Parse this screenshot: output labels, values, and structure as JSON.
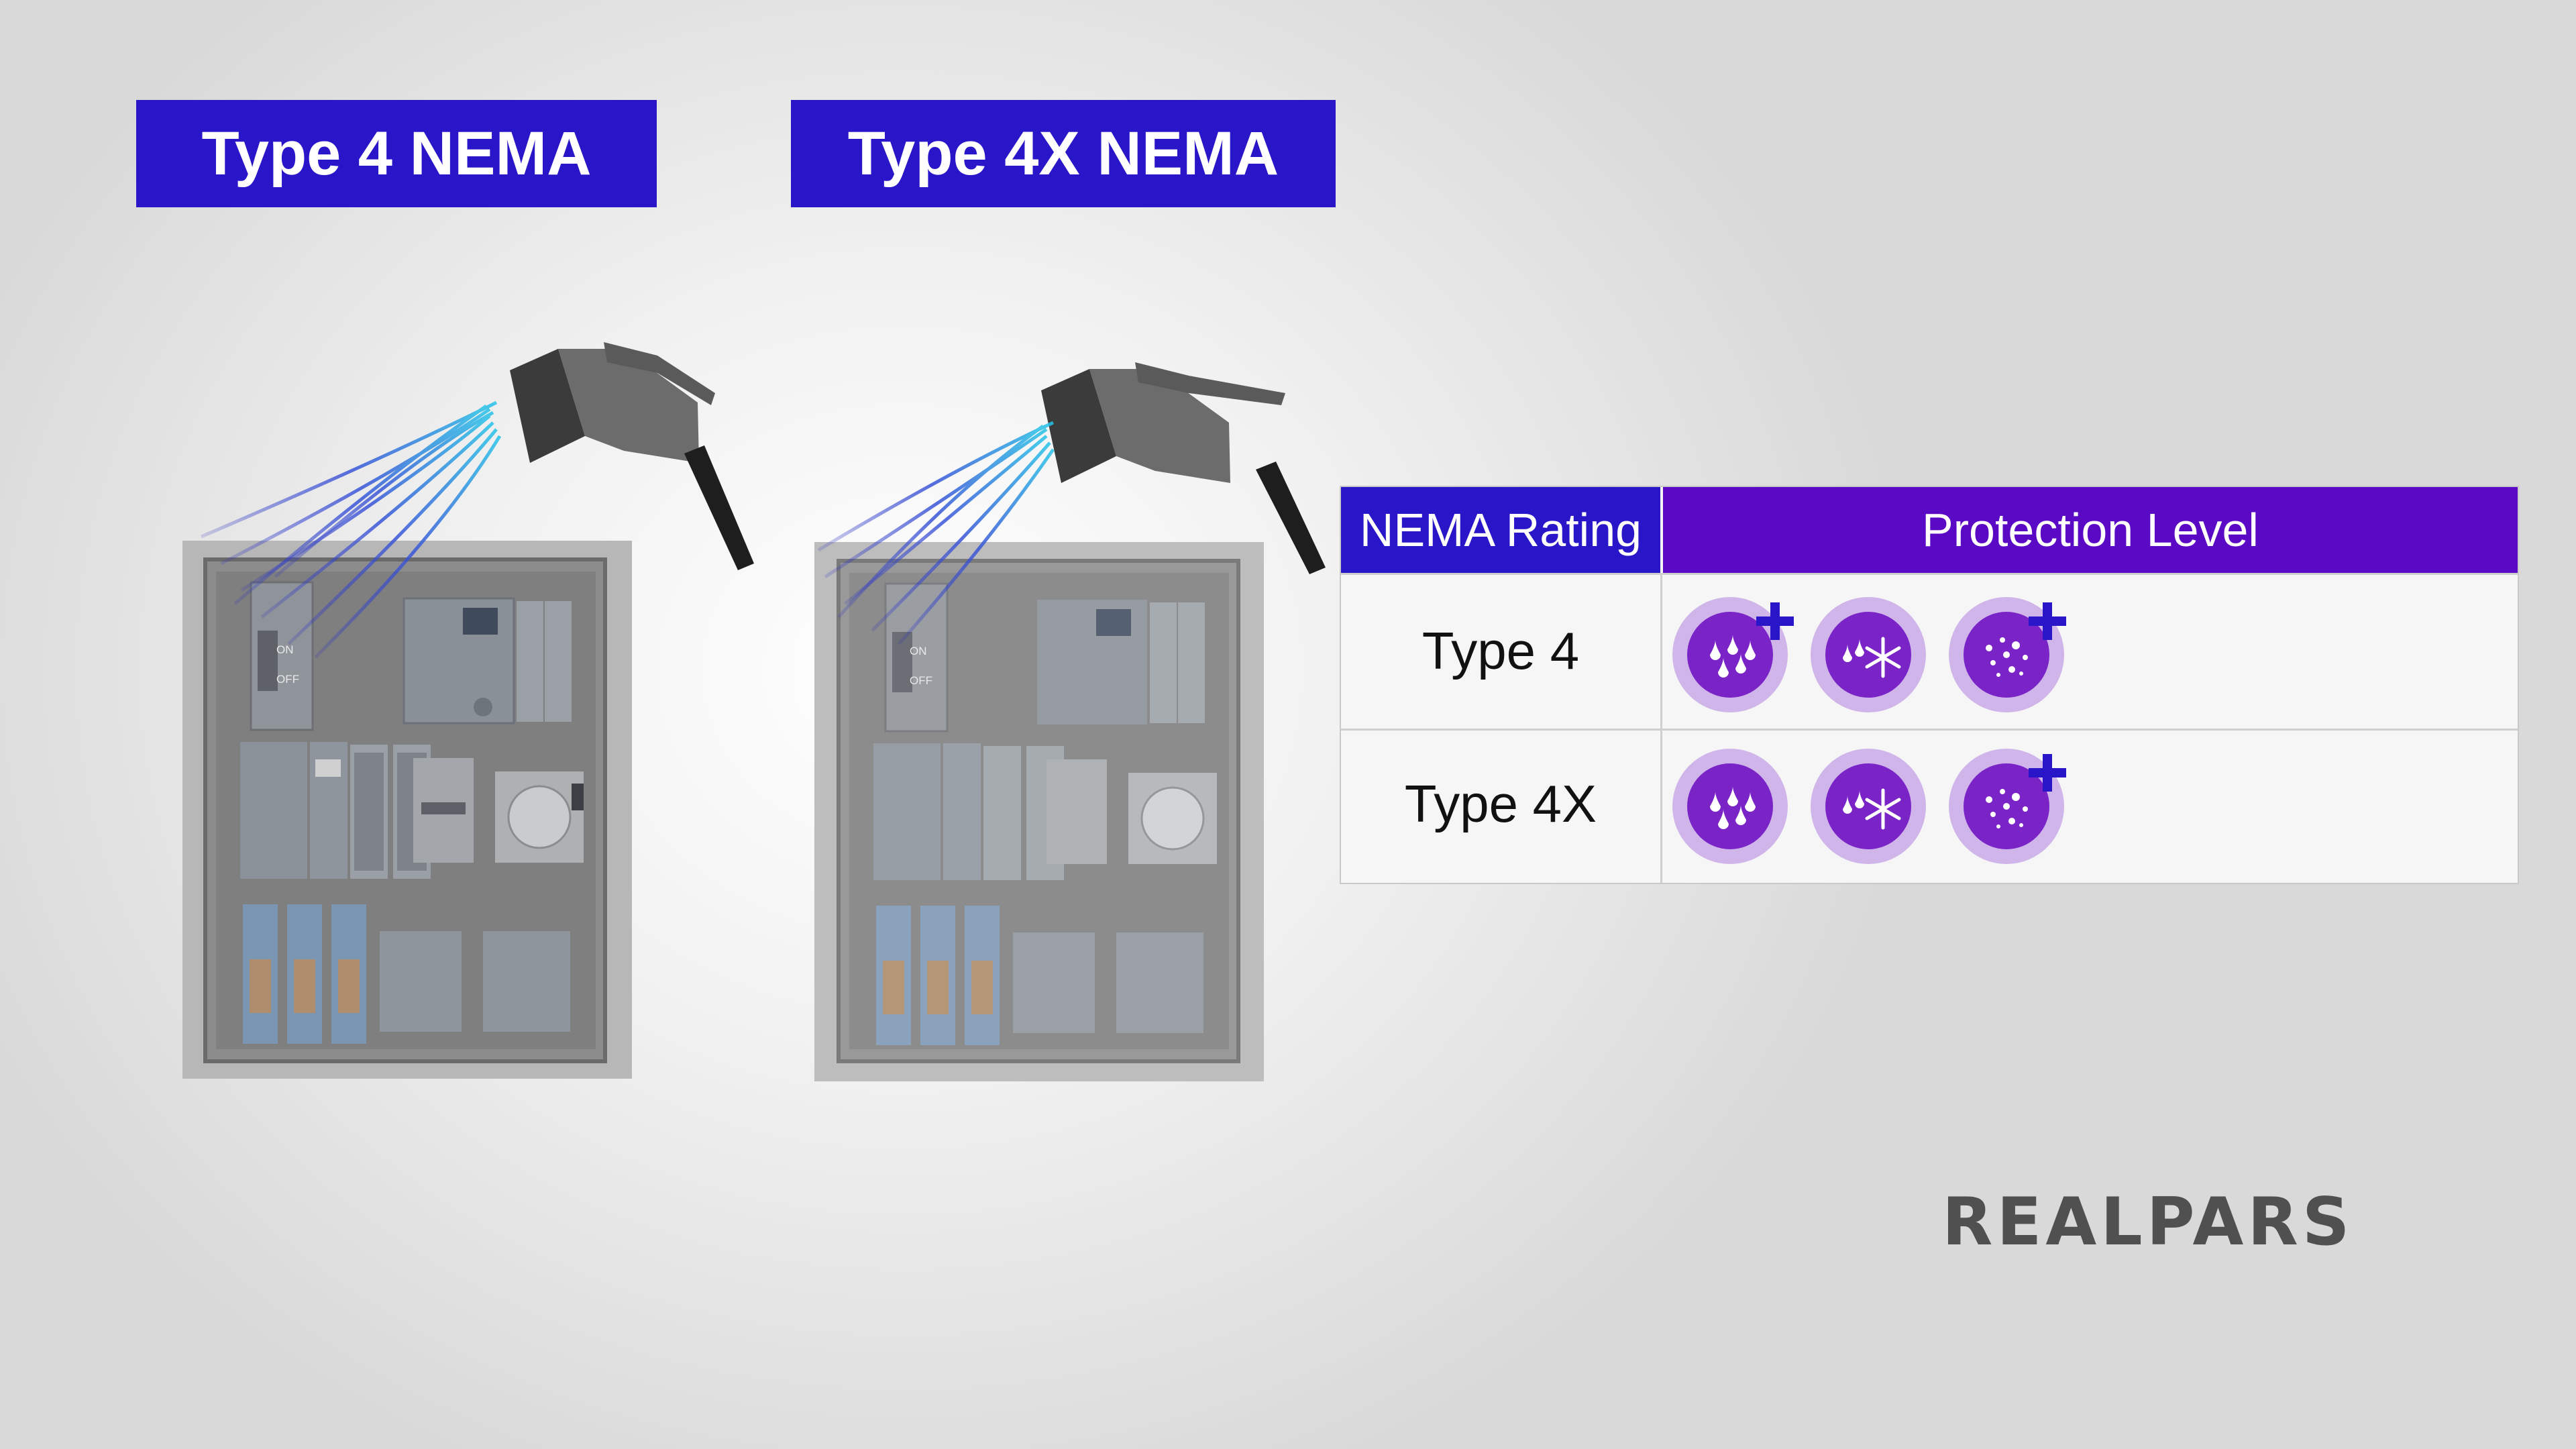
{
  "titles": {
    "left": "Type 4 NEMA",
    "right": "Type 4X NEMA"
  },
  "panel_labels": {
    "on": "ON",
    "off": "OFF"
  },
  "table": {
    "headers": [
      "NEMA Rating",
      "Protection Level"
    ],
    "rows": [
      {
        "rating": "Type 4",
        "icons": [
          {
            "name": "rain-drops-icon",
            "plus": true
          },
          {
            "name": "ice-snowflake-icon",
            "plus": false
          },
          {
            "name": "dust-particles-icon",
            "plus": true
          }
        ]
      },
      {
        "rating": "Type 4X",
        "icons": [
          {
            "name": "rain-drops-icon",
            "plus": false
          },
          {
            "name": "ice-snowflake-icon",
            "plus": false
          },
          {
            "name": "dust-particles-icon",
            "plus": true
          }
        ]
      }
    ]
  },
  "colors": {
    "title_blue": "#2a16c9",
    "header_purple": "#5a09c4",
    "icon_purple": "#7a24c8",
    "plus_blue": "#2a16c9"
  },
  "logo": "REALPARS"
}
